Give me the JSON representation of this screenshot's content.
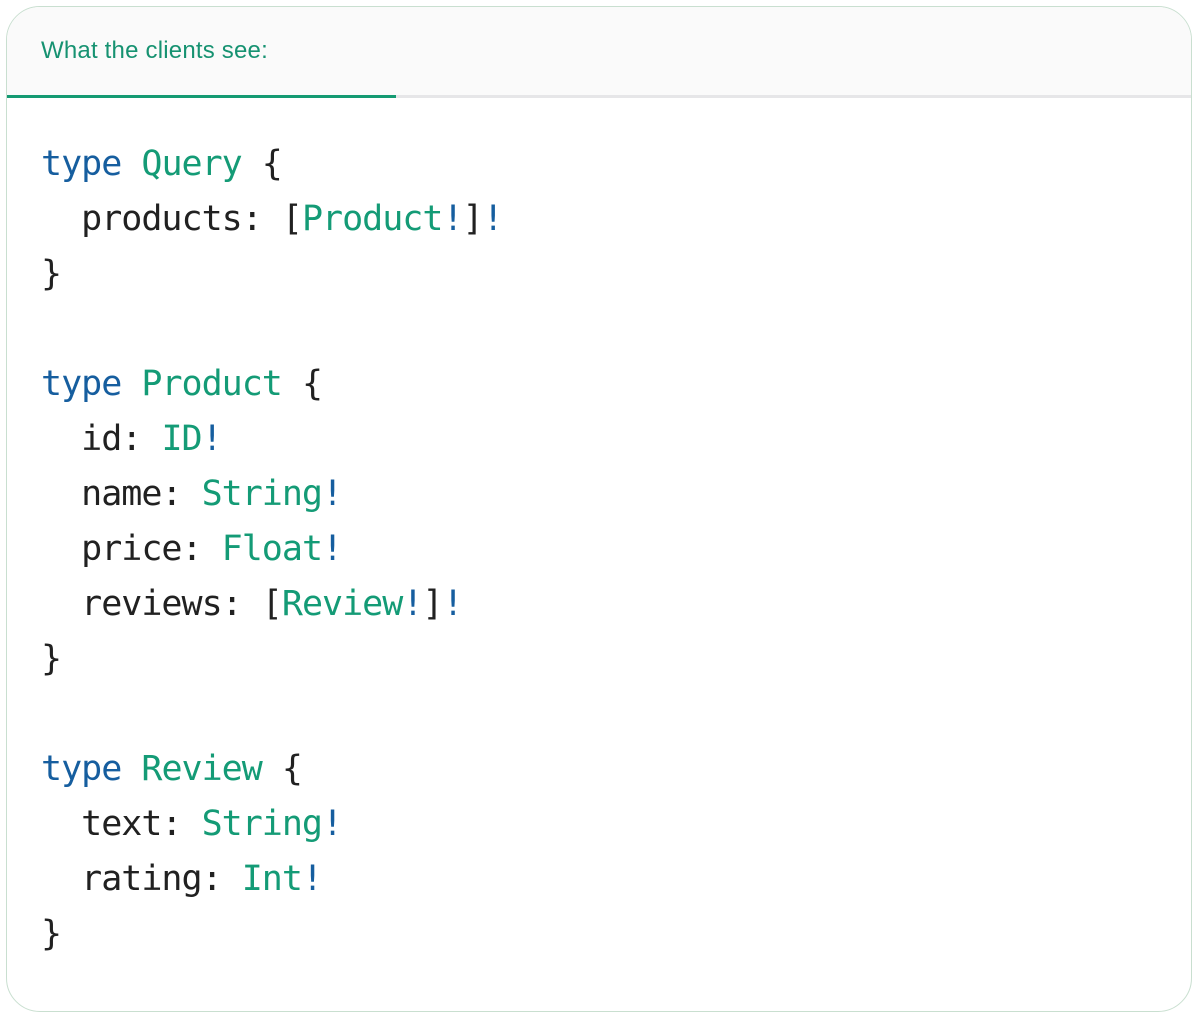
{
  "colors": {
    "accent": "#149a72",
    "keyword": "#165e9f",
    "type_name": "#149b76",
    "plain": "#212121",
    "tab_label": "#169271",
    "tab_bg": "#fafafa",
    "tab_track": "#e6e6e8",
    "card_border": "#c9dfd0"
  },
  "tab": {
    "label": "What the clients see:"
  },
  "code": {
    "lines": [
      [
        {
          "t": "type",
          "c": "kw"
        },
        {
          "t": " ",
          "c": "pl"
        },
        {
          "t": "Query",
          "c": "ty"
        },
        {
          "t": " {",
          "c": "pl"
        }
      ],
      [
        {
          "t": "  products: [",
          "c": "pl"
        },
        {
          "t": "Product",
          "c": "ty"
        },
        {
          "t": "!",
          "c": "kw"
        },
        {
          "t": "]",
          "c": "pl"
        },
        {
          "t": "!",
          "c": "kw"
        }
      ],
      [
        {
          "t": "}",
          "c": "pl"
        }
      ],
      [],
      [
        {
          "t": "type",
          "c": "kw"
        },
        {
          "t": " ",
          "c": "pl"
        },
        {
          "t": "Product",
          "c": "ty"
        },
        {
          "t": " {",
          "c": "pl"
        }
      ],
      [
        {
          "t": "  id: ",
          "c": "pl"
        },
        {
          "t": "ID",
          "c": "ty"
        },
        {
          "t": "!",
          "c": "kw"
        }
      ],
      [
        {
          "t": "  name: ",
          "c": "pl"
        },
        {
          "t": "String",
          "c": "ty"
        },
        {
          "t": "!",
          "c": "kw"
        }
      ],
      [
        {
          "t": "  price: ",
          "c": "pl"
        },
        {
          "t": "Float",
          "c": "ty"
        },
        {
          "t": "!",
          "c": "kw"
        }
      ],
      [
        {
          "t": "  reviews: [",
          "c": "pl"
        },
        {
          "t": "Review",
          "c": "ty"
        },
        {
          "t": "!",
          "c": "kw"
        },
        {
          "t": "]",
          "c": "pl"
        },
        {
          "t": "!",
          "c": "kw"
        }
      ],
      [
        {
          "t": "}",
          "c": "pl"
        }
      ],
      [],
      [
        {
          "t": "type",
          "c": "kw"
        },
        {
          "t": " ",
          "c": "pl"
        },
        {
          "t": "Review",
          "c": "ty"
        },
        {
          "t": " {",
          "c": "pl"
        }
      ],
      [
        {
          "t": "  text: ",
          "c": "pl"
        },
        {
          "t": "String",
          "c": "ty"
        },
        {
          "t": "!",
          "c": "kw"
        }
      ],
      [
        {
          "t": "  rating: ",
          "c": "pl"
        },
        {
          "t": "Int",
          "c": "ty"
        },
        {
          "t": "!",
          "c": "kw"
        }
      ],
      [
        {
          "t": "}",
          "c": "pl"
        }
      ]
    ]
  }
}
